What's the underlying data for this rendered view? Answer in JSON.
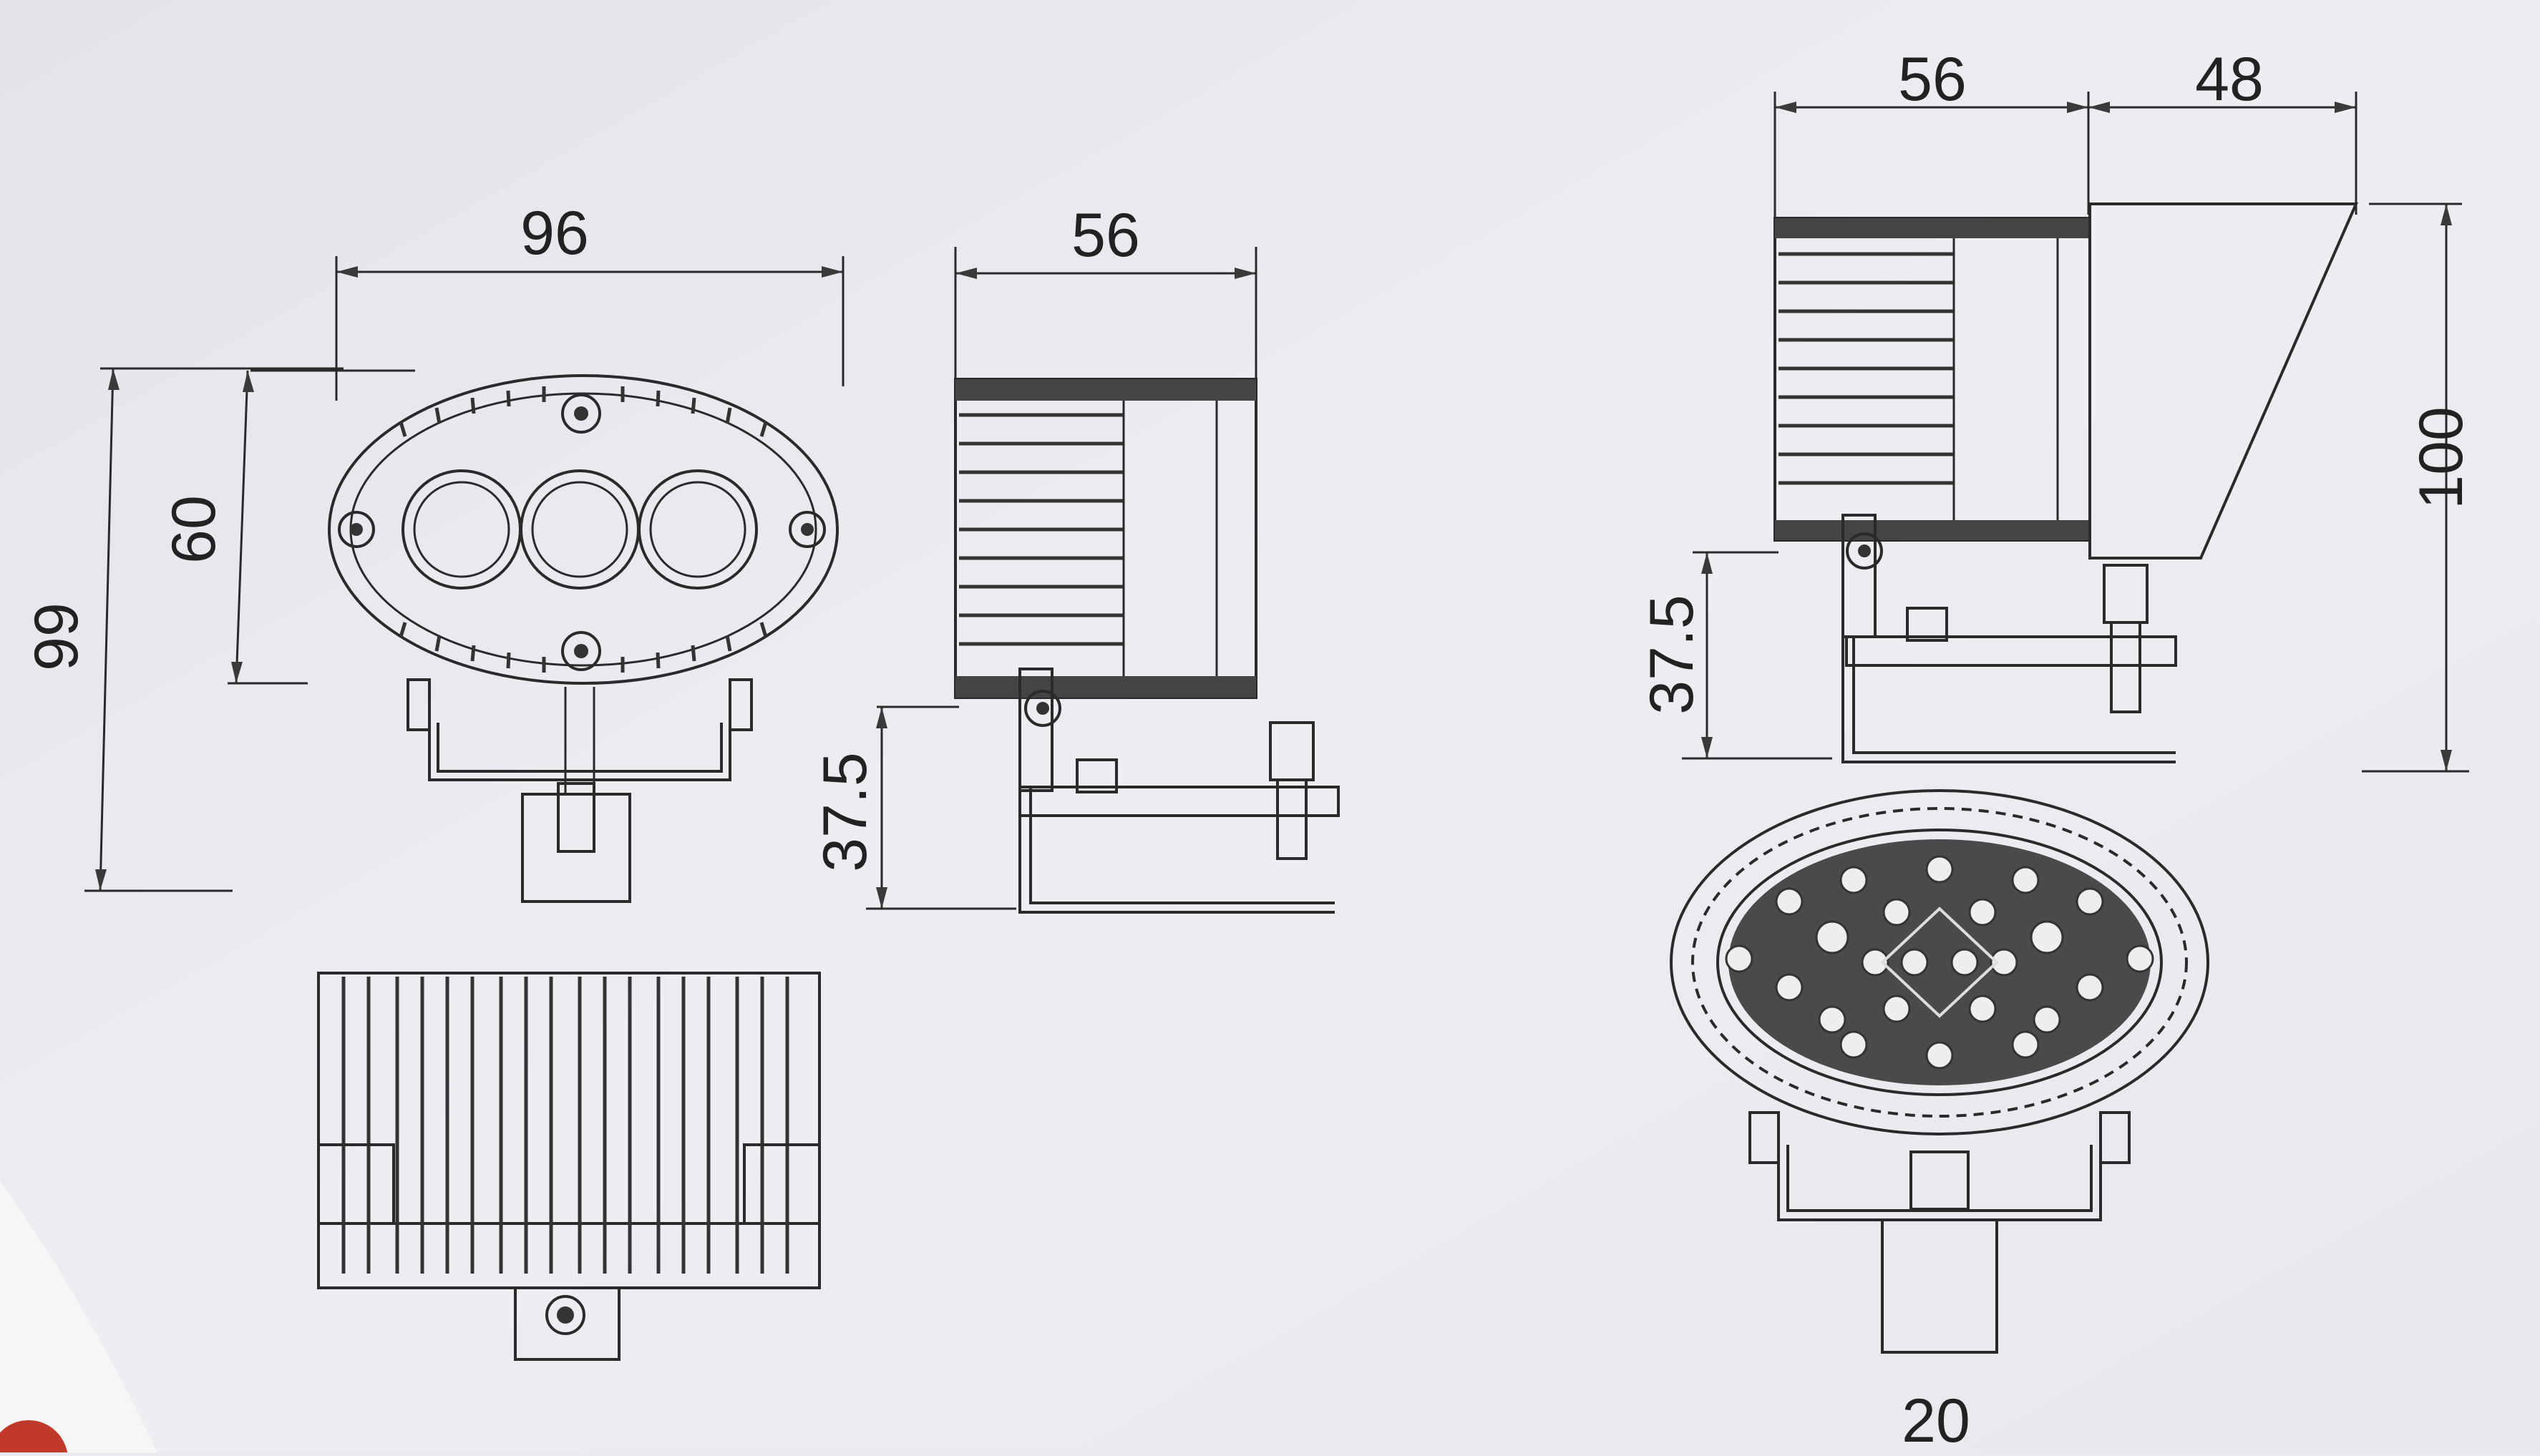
{
  "drawing": {
    "front_view": {
      "width_label": "96",
      "lens_height_label": "60",
      "total_height_label": "99"
    },
    "side_view": {
      "depth_label": "56",
      "bracket_height_label": "37.5"
    },
    "right_side_view": {
      "body_depth_label": "56",
      "shroud_depth_label": "48",
      "total_height_label": "100",
      "bracket_height_label": "37.5"
    },
    "bottom_front_view": {
      "mount_width_label": "20"
    }
  }
}
